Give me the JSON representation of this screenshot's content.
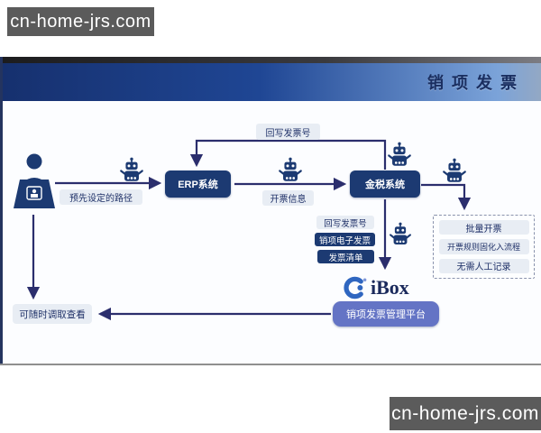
{
  "watermark": {
    "text": "cn-home-jrs.com"
  },
  "header": {
    "title": "销项发票"
  },
  "diagram": {
    "nodes": {
      "erp": "ERP系统",
      "tax": "金税系统",
      "platform": "销项发票管理平台"
    },
    "labels": {
      "preset_path": "预先设定的路径",
      "invoice_info": "开票信息",
      "writeback_top": "回写发票号",
      "writeback_mid": "回写发票号",
      "e_invoice": "销项电子发票",
      "invoice_list": "发票清单",
      "view_anytime": "可随时调取查看"
    },
    "benefits": {
      "items": [
        {
          "label": "批量开票"
        },
        {
          "label": "开票规则固化入流程"
        },
        {
          "label": "无需人工记录"
        }
      ]
    },
    "logo": {
      "text": "iBox"
    },
    "colors": {
      "node_navy": "#1c3a72",
      "platform_blue": "#6474c5",
      "label_gray": "#e8edf4",
      "line": "#2b2e6d",
      "header_dark": "#16306e",
      "header_light": "#7ba3d9"
    }
  }
}
